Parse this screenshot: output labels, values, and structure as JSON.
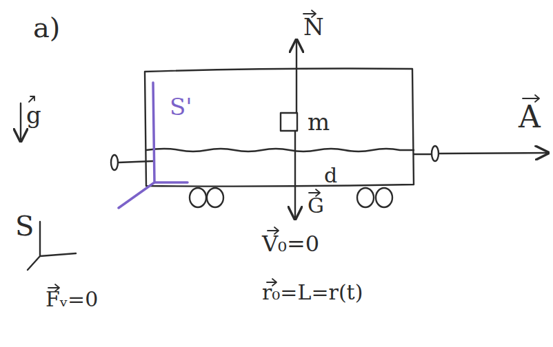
{
  "diagram": {
    "labels": [
      "a)",
      "N",
      "m",
      "A",
      "g",
      "S'",
      "S",
      "d",
      "G",
      "V₀=0",
      "r₀=L=r(t)",
      "Fᵥ=0"
    ]
  }
}
